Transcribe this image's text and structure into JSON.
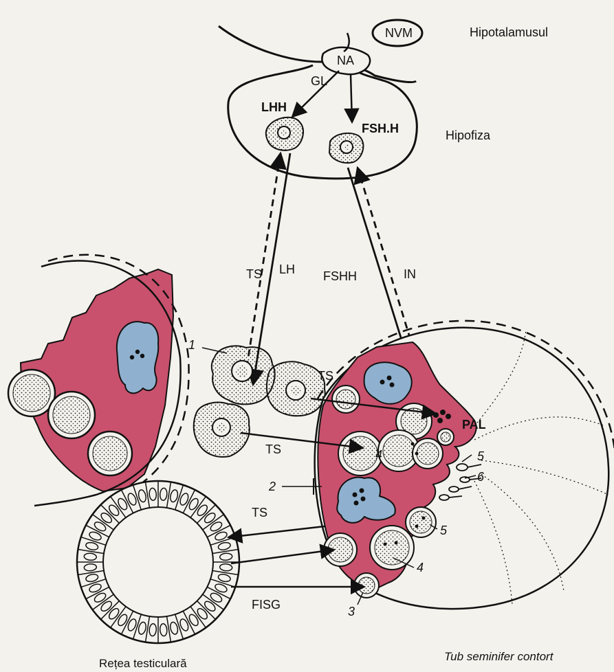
{
  "labels": {
    "hypothalamus": "Hipotalamusul",
    "pituitary": "Hipofiza",
    "nvm": "NVM",
    "na": "NA",
    "gl": "GL",
    "lhh": "LHH",
    "fshh_cell": "FSH.H",
    "ts_1": "TS",
    "lh": "LH",
    "fshh": "FSHH",
    "in": "IN",
    "ts_2": "TS",
    "ts_3": "TS",
    "ts_4": "TS",
    "pal": "PAL",
    "fisg": "FISG",
    "n1": "1",
    "n2": "2",
    "n3": "3",
    "n4a": "4",
    "n4b": "4",
    "n5a": "5",
    "n5b": "5",
    "n6": "6",
    "rete": "Rețea testiculară",
    "tubule": "Tub seminifer contort"
  },
  "colors": {
    "sertoli_pink": "#c9516d",
    "nucleus_blue": "#8fb1cf",
    "ink": "#111111",
    "paper": "#f3f2ec",
    "background_text": "#8c8c86"
  },
  "icons": {
    "interstitial_cell": "stippled-cell",
    "germ_cell": "round-stippled-cell",
    "sertoli_nucleus": "blue-lobed-nucleus"
  }
}
